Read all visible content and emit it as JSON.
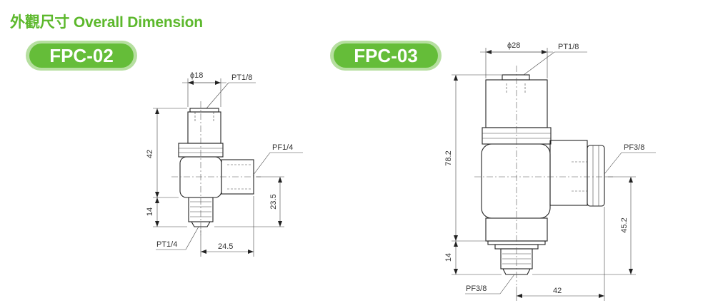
{
  "title": "外觀尺寸 Overall Dimension",
  "colors": {
    "accent": "#65bd39",
    "heading": "#5cb82c",
    "badge_glow": "#b6dfa0"
  },
  "models": [
    {
      "name": "FPC-02",
      "labels": {
        "top_dia": "ϕ18",
        "top_port": "PT1/8",
        "side_port": "PF1/4",
        "bottom_port": "PT1/4",
        "height_upper": "42",
        "height_lower": "14",
        "side_height": "23.5",
        "side_length": "24.5"
      }
    },
    {
      "name": "FPC-03",
      "labels": {
        "top_dia": "ϕ28",
        "top_port": "PT1/8",
        "side_port": "PF3/8",
        "bottom_port": "PF3/8",
        "height_total": "78.2",
        "height_lower": "14",
        "side_height": "45.2",
        "side_length": "42"
      }
    }
  ]
}
